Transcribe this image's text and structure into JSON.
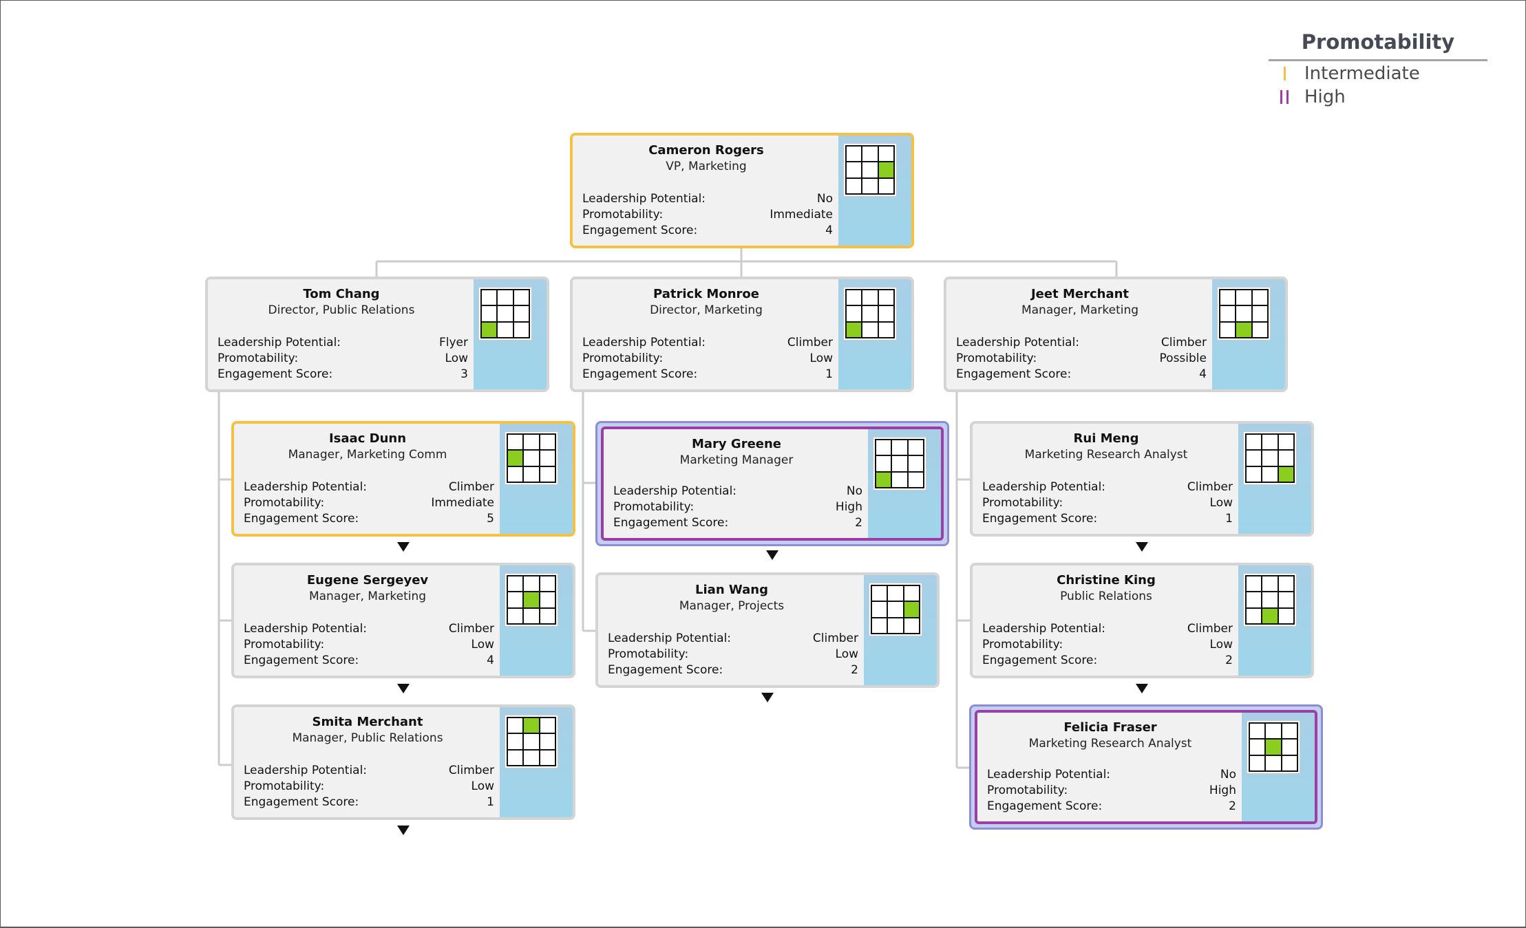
{
  "legend": {
    "title": "Promotability",
    "items": [
      {
        "label": "Intermediate",
        "marks": 1,
        "color": "#f5c142"
      },
      {
        "label": "High",
        "marks": 2,
        "color": "#9b3fa6"
      }
    ]
  },
  "field_labels": {
    "leadership": "Leadership Potential:",
    "promotability": "Promotability:",
    "engagement": "Engagement Score:"
  },
  "colors": {
    "grid_highlight": "#8cce1f",
    "side_panel": "#9fd5ea",
    "ring_intermediate": "#f5c142",
    "ring_high": "#9b3fa6",
    "connector": "#cccccc"
  },
  "people": [
    {
      "id": "cameron-rogers",
      "name": "Cameron Rogers",
      "title": "VP, Marketing",
      "leadership": "No",
      "promotability": "Immediate",
      "engagement": "4",
      "ring": "intermediate",
      "grid_cell": {
        "row": 2,
        "col": 3
      },
      "expandable": false
    },
    {
      "id": "tom-chang",
      "name": "Tom Chang",
      "title": "Director, Public Relations",
      "leadership": "Flyer",
      "promotability": "Low",
      "engagement": "3",
      "ring": "none",
      "grid_cell": {
        "row": 3,
        "col": 1
      },
      "expandable": false
    },
    {
      "id": "patrick-monroe",
      "name": "Patrick Monroe",
      "title": "Director, Marketing",
      "leadership": "Climber",
      "promotability": "Low",
      "engagement": "1",
      "ring": "none",
      "grid_cell": {
        "row": 3,
        "col": 1
      },
      "expandable": false
    },
    {
      "id": "jeet-merchant",
      "name": "Jeet Merchant",
      "title": "Manager, Marketing",
      "leadership": "Climber",
      "promotability": "Possible",
      "engagement": "4",
      "ring": "none",
      "grid_cell": {
        "row": 3,
        "col": 2
      },
      "expandable": false
    },
    {
      "id": "isaac-dunn",
      "name": "Isaac Dunn",
      "title": "Manager, Marketing Comm",
      "leadership": "Climber",
      "promotability": "Immediate",
      "engagement": "5",
      "ring": "intermediate",
      "grid_cell": {
        "row": 2,
        "col": 1
      },
      "expandable": true
    },
    {
      "id": "eugene-sergeyev",
      "name": "Eugene Sergeyev",
      "title": "Manager, Marketing",
      "leadership": "Climber",
      "promotability": "Low",
      "engagement": "4",
      "ring": "none",
      "grid_cell": {
        "row": 2,
        "col": 2
      },
      "expandable": true
    },
    {
      "id": "smita-merchant",
      "name": "Smita Merchant",
      "title": "Manager, Public Relations",
      "leadership": "Climber",
      "promotability": "Low",
      "engagement": "1",
      "ring": "none",
      "grid_cell": {
        "row": 1,
        "col": 2
      },
      "expandable": true
    },
    {
      "id": "mary-greene",
      "name": "Mary Greene",
      "title": "Marketing Manager",
      "leadership": "No",
      "promotability": "High",
      "engagement": "2",
      "ring": "high",
      "grid_cell": {
        "row": 3,
        "col": 1
      },
      "expandable": true
    },
    {
      "id": "lian-wang",
      "name": "Lian Wang",
      "title": "Manager, Projects",
      "leadership": "Climber",
      "promotability": "Low",
      "engagement": "2",
      "ring": "none",
      "grid_cell": {
        "row": 2,
        "col": 3
      },
      "expandable": true
    },
    {
      "id": "rui-meng",
      "name": "Rui Meng",
      "title": "Marketing Research Analyst",
      "leadership": "Climber",
      "promotability": "Low",
      "engagement": "1",
      "ring": "none",
      "grid_cell": {
        "row": 3,
        "col": 3
      },
      "expandable": true
    },
    {
      "id": "christine-king",
      "name": "Christine King",
      "title": "Public Relations",
      "leadership": "Climber",
      "promotability": "Low",
      "engagement": "2",
      "ring": "none",
      "grid_cell": {
        "row": 3,
        "col": 2
      },
      "expandable": true
    },
    {
      "id": "felicia-fraser",
      "name": "Felicia Fraser",
      "title": "Marketing Research Analyst",
      "leadership": "No",
      "promotability": "High",
      "engagement": "2",
      "ring": "high",
      "grid_cell": {
        "row": 2,
        "col": 2
      },
      "expandable": false
    }
  ]
}
